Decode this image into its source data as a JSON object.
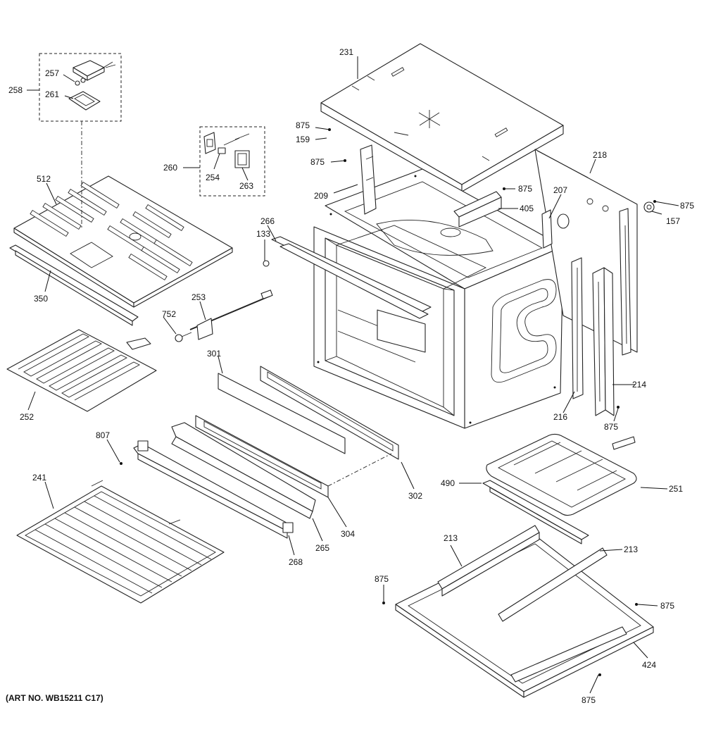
{
  "art_number": "(ART NO. WB15211 C17)",
  "callouts": [
    {
      "id": "231",
      "label": "231"
    },
    {
      "id": "875a",
      "label": "875"
    },
    {
      "id": "159",
      "label": "159"
    },
    {
      "id": "875b",
      "label": "875"
    },
    {
      "id": "209",
      "label": "209"
    },
    {
      "id": "875c",
      "label": "875"
    },
    {
      "id": "405",
      "label": "405"
    },
    {
      "id": "207",
      "label": "207"
    },
    {
      "id": "218",
      "label": "218"
    },
    {
      "id": "875d",
      "label": "875"
    },
    {
      "id": "157",
      "label": "157"
    },
    {
      "id": "257",
      "label": "257"
    },
    {
      "id": "258",
      "label": "258"
    },
    {
      "id": "261",
      "label": "261"
    },
    {
      "id": "260",
      "label": "260"
    },
    {
      "id": "254",
      "label": "254"
    },
    {
      "id": "263",
      "label": "263"
    },
    {
      "id": "512",
      "label": "512"
    },
    {
      "id": "133",
      "label": "133"
    },
    {
      "id": "266",
      "label": "266"
    },
    {
      "id": "350",
      "label": "350"
    },
    {
      "id": "253",
      "label": "253"
    },
    {
      "id": "752",
      "label": "752"
    },
    {
      "id": "252",
      "label": "252"
    },
    {
      "id": "301",
      "label": "301"
    },
    {
      "id": "216",
      "label": "216"
    },
    {
      "id": "214",
      "label": "214"
    },
    {
      "id": "875e",
      "label": "875"
    },
    {
      "id": "807",
      "label": "807"
    },
    {
      "id": "302",
      "label": "302"
    },
    {
      "id": "490",
      "label": "490"
    },
    {
      "id": "251",
      "label": "251"
    },
    {
      "id": "241",
      "label": "241"
    },
    {
      "id": "304",
      "label": "304"
    },
    {
      "id": "265",
      "label": "265"
    },
    {
      "id": "268",
      "label": "268"
    },
    {
      "id": "213a",
      "label": "213"
    },
    {
      "id": "213b",
      "label": "213"
    },
    {
      "id": "875f",
      "label": "875"
    },
    {
      "id": "875g",
      "label": "875"
    },
    {
      "id": "424",
      "label": "424"
    },
    {
      "id": "875h",
      "label": "875"
    }
  ]
}
